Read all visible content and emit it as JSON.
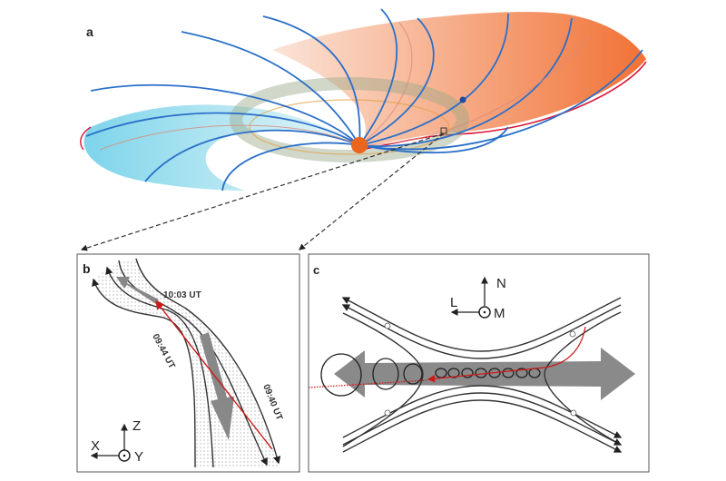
{
  "panel_a": {
    "label": "a"
  },
  "panel_b": {
    "label": "b",
    "times": [
      "10:03 UT",
      "09:44 UT",
      "09:40 UT"
    ],
    "axes": {
      "up": "Z",
      "left": "X",
      "out": "Y"
    }
  },
  "panel_c": {
    "label": "c",
    "axes": {
      "up": "N",
      "left": "L",
      "out": "M"
    }
  },
  "colors": {
    "field_line": "#2b6fc9",
    "sheet_left": "#7fd6ea",
    "sheet_right": "#f07a3a",
    "trajectory": "#cc1a1a",
    "flow_arrow": "#8a8a8a"
  }
}
